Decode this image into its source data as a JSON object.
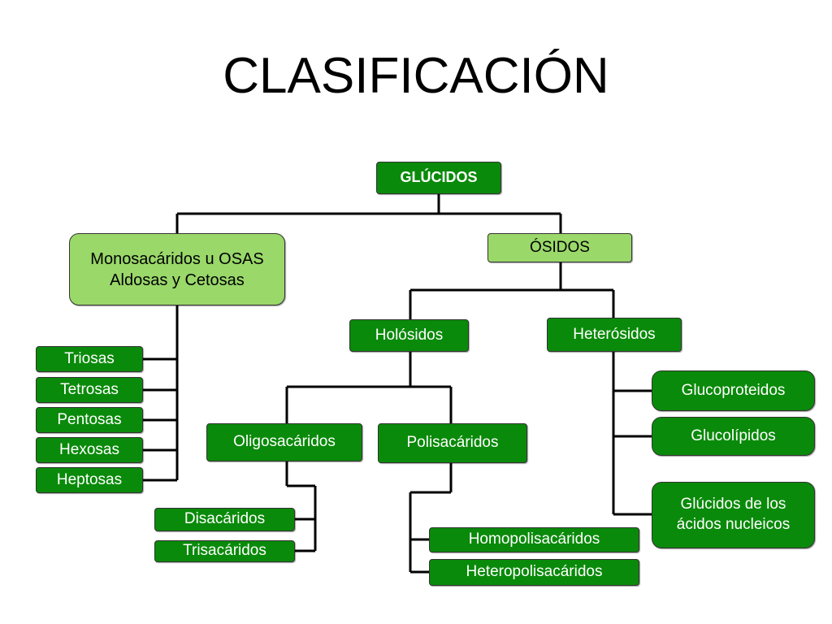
{
  "title": "CLASIFICACIÓN",
  "colors": {
    "dark_green": "#0a8a0a",
    "light_green": "#9ad86a",
    "line": "#000000"
  },
  "nodes": {
    "glucidos": "GLÚCIDOS",
    "monosacaridos": "Monosacáridos u OSAS\nAldosas y Cetosas",
    "osidos": "ÓSIDOS",
    "holosidos": "Holósidos",
    "heterosidos": "Heterósidos",
    "oligosacaridos": "Oligosacáridos",
    "polisacaridos": "Polisacáridos",
    "triosas": "Triosas",
    "tetrosas": "Tetrosas",
    "pentosas": "Pentosas",
    "hexosas": "Hexosas",
    "heptosas": "Heptosas",
    "disacaridos": "Disacáridos",
    "trisacaridos": "Trisacáridos",
    "homopolisacaridos": "Homopolisacáridos",
    "heteropolisacaridos": "Heteropolisacáridos",
    "glucoproteidos": "Glucoproteidos",
    "glucolipidos": "Glucolípidos",
    "glucidos_acidos": "Glúcidos de los\nácidos nucleicos"
  }
}
